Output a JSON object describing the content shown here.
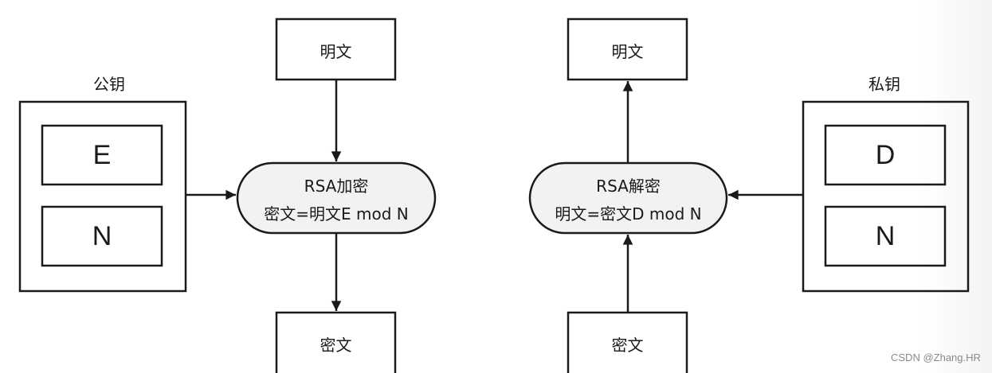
{
  "encrypt": {
    "key_label": "公钥",
    "key_parts": [
      "E",
      "N"
    ],
    "input": "明文",
    "process_title": "RSA加密",
    "process_formula": "密文=明文E mod N",
    "output": "密文"
  },
  "decrypt": {
    "key_label": "私钥",
    "key_parts": [
      "D",
      "N"
    ],
    "input": "密文",
    "process_title": "RSA解密",
    "process_formula": "明文=密文D mod N",
    "output": "明文"
  },
  "watermark": "CSDN @Zhang.HR",
  "colors": {
    "stroke": "#1a1a1a",
    "process_fill": "#f2f2f2",
    "watermark": "#8a8a8a"
  }
}
